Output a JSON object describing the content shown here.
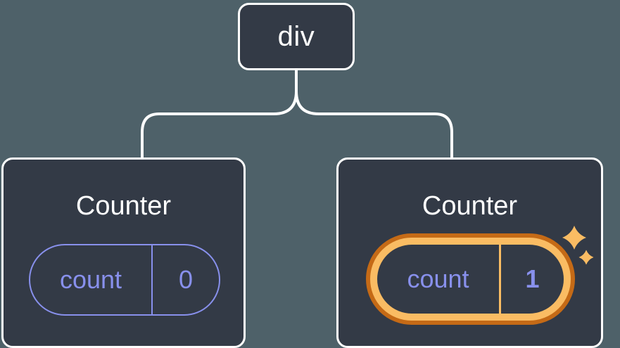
{
  "diagram": {
    "root": {
      "label": "div"
    },
    "children": [
      {
        "title": "Counter",
        "state": {
          "key": "count",
          "value": "0"
        },
        "highlighted": false
      },
      {
        "title": "Counter",
        "state": {
          "key": "count",
          "value": "1"
        },
        "highlighted": true
      }
    ]
  },
  "icons": {
    "sparkles": "sparkles-icon"
  },
  "colors": {
    "background": "#4E6169",
    "card_bg": "#333A46",
    "card_border": "#FFFFFF",
    "state_accent": "#8890EC",
    "highlight_outer": "#C56A16",
    "highlight_inner": "#FABC63",
    "connector": "#FFFFFF",
    "text": "#FFFFFF"
  }
}
